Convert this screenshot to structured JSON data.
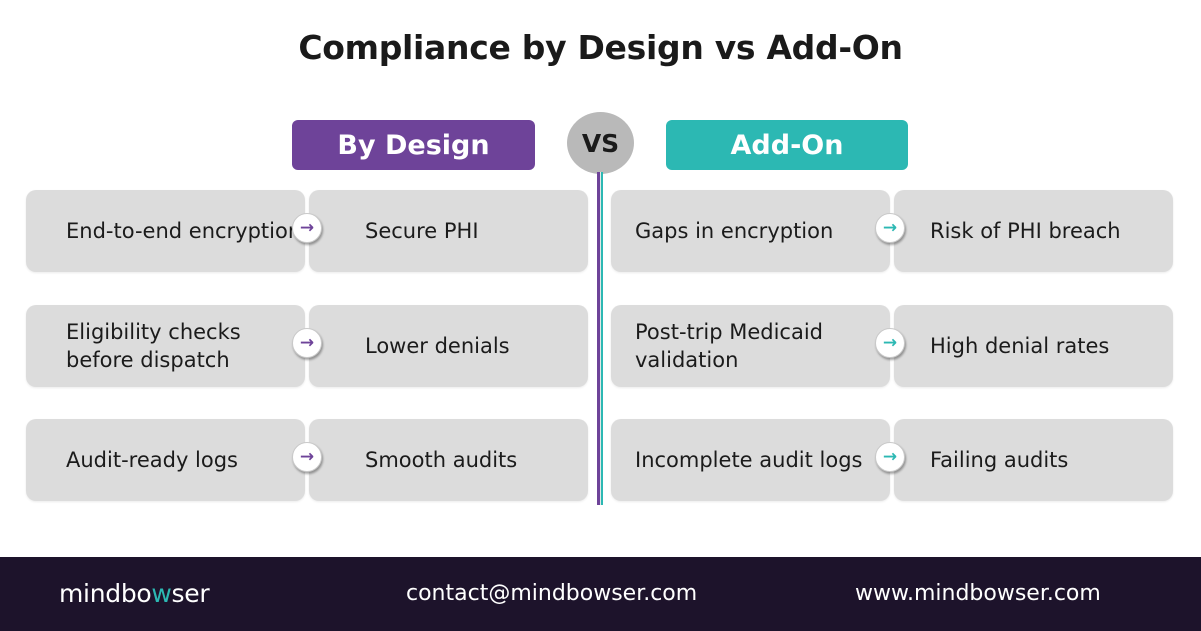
{
  "title": "Compliance by Design vs Add-On",
  "headers": {
    "left": "By Design",
    "vs": "VS",
    "right": "Add-On"
  },
  "colors": {
    "by_design": "#6e4399",
    "add_on": "#2cb8b3",
    "vs_circle": "#b9b9b9",
    "card": "#dcdcdc",
    "footer_bg": "#1d132b"
  },
  "by_design": [
    {
      "cause": "End-to-end encryption",
      "effect": "Secure PHI"
    },
    {
      "cause": "Eligibility checks before dispatch",
      "effect": "Lower denials"
    },
    {
      "cause": "Audit-ready logs",
      "effect": "Smooth audits"
    }
  ],
  "add_on": [
    {
      "cause": "Gaps in encryption",
      "effect": "Risk of PHI breach"
    },
    {
      "cause": "Post-trip Medicaid validation",
      "effect": "High denial rates"
    },
    {
      "cause": "Incomplete audit logs",
      "effect": "Failing audits"
    }
  ],
  "icons": {
    "arrow": "→",
    "arrow_name": "arrow-right-icon"
  },
  "footer": {
    "logo_pre": "mindbo",
    "logo_accent": "w",
    "logo_post": "ser",
    "email": "contact@mindbowser.com",
    "website": "www.mindbowser.com"
  }
}
